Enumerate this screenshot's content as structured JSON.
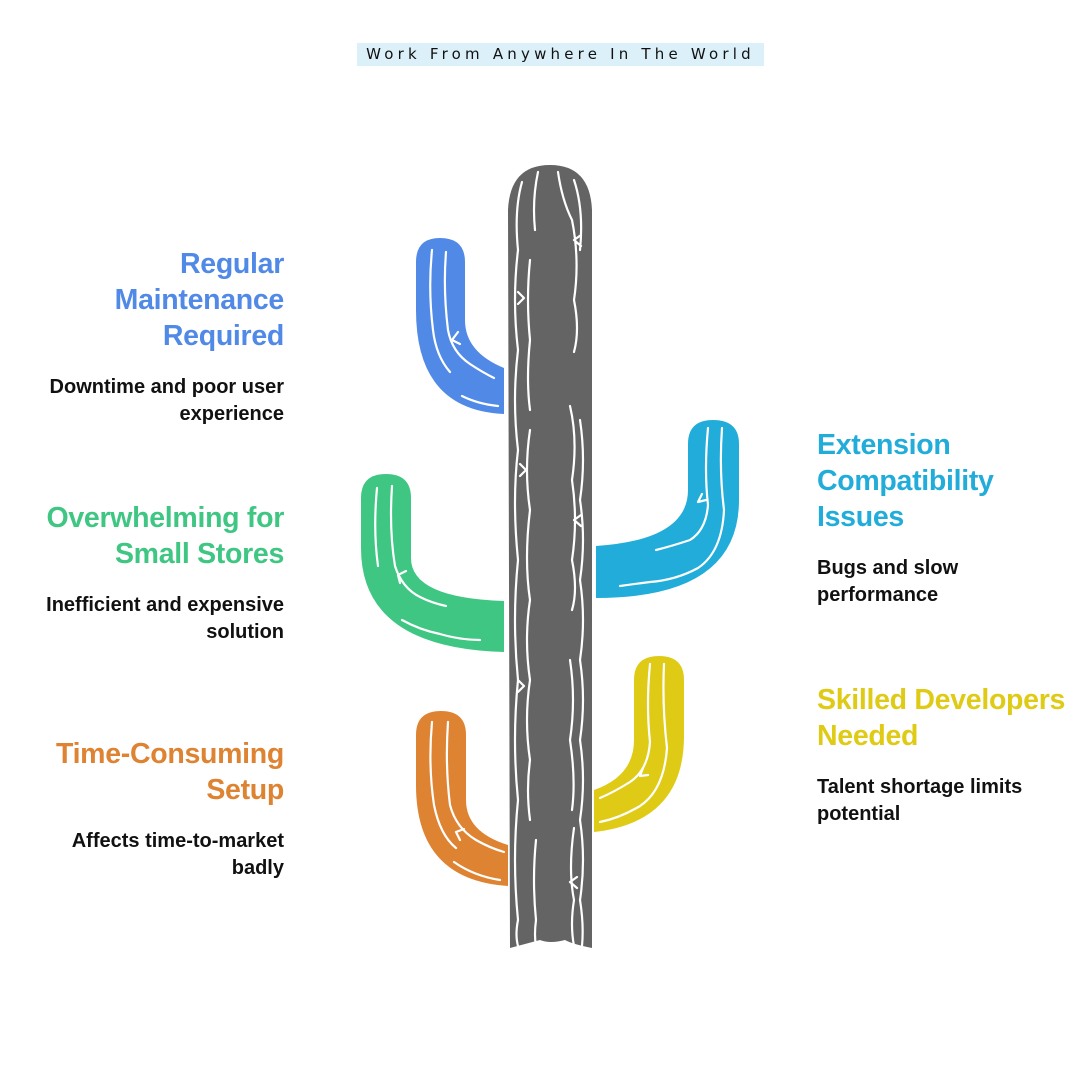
{
  "header": {
    "title": "Work From Anywhere In The World"
  },
  "colors": {
    "trunk": "#646464",
    "blue": "#5189e6",
    "cyan": "#21acd9",
    "green": "#3fc683",
    "yellow": "#dfcb16",
    "orange": "#de8332"
  },
  "branches": {
    "maintenance": {
      "title": "Regular Maintenance Required",
      "desc": "Downtime and poor user experience",
      "color": "#5189e6"
    },
    "overwhelming": {
      "title": "Overwhelming for Small Stores",
      "desc": "Inefficient and expensive solution",
      "color": "#3fc683"
    },
    "setup": {
      "title": "Time-Consuming Setup",
      "desc": "Affects time-to-market badly",
      "color": "#de8332"
    },
    "extension": {
      "title": "Extension Compatibility Issues",
      "desc": "Bugs and slow performance",
      "color": "#21acd9"
    },
    "developers": {
      "title": "Skilled Developers Needed",
      "desc": "Talent shortage limits potential",
      "color": "#dfcb16"
    }
  }
}
